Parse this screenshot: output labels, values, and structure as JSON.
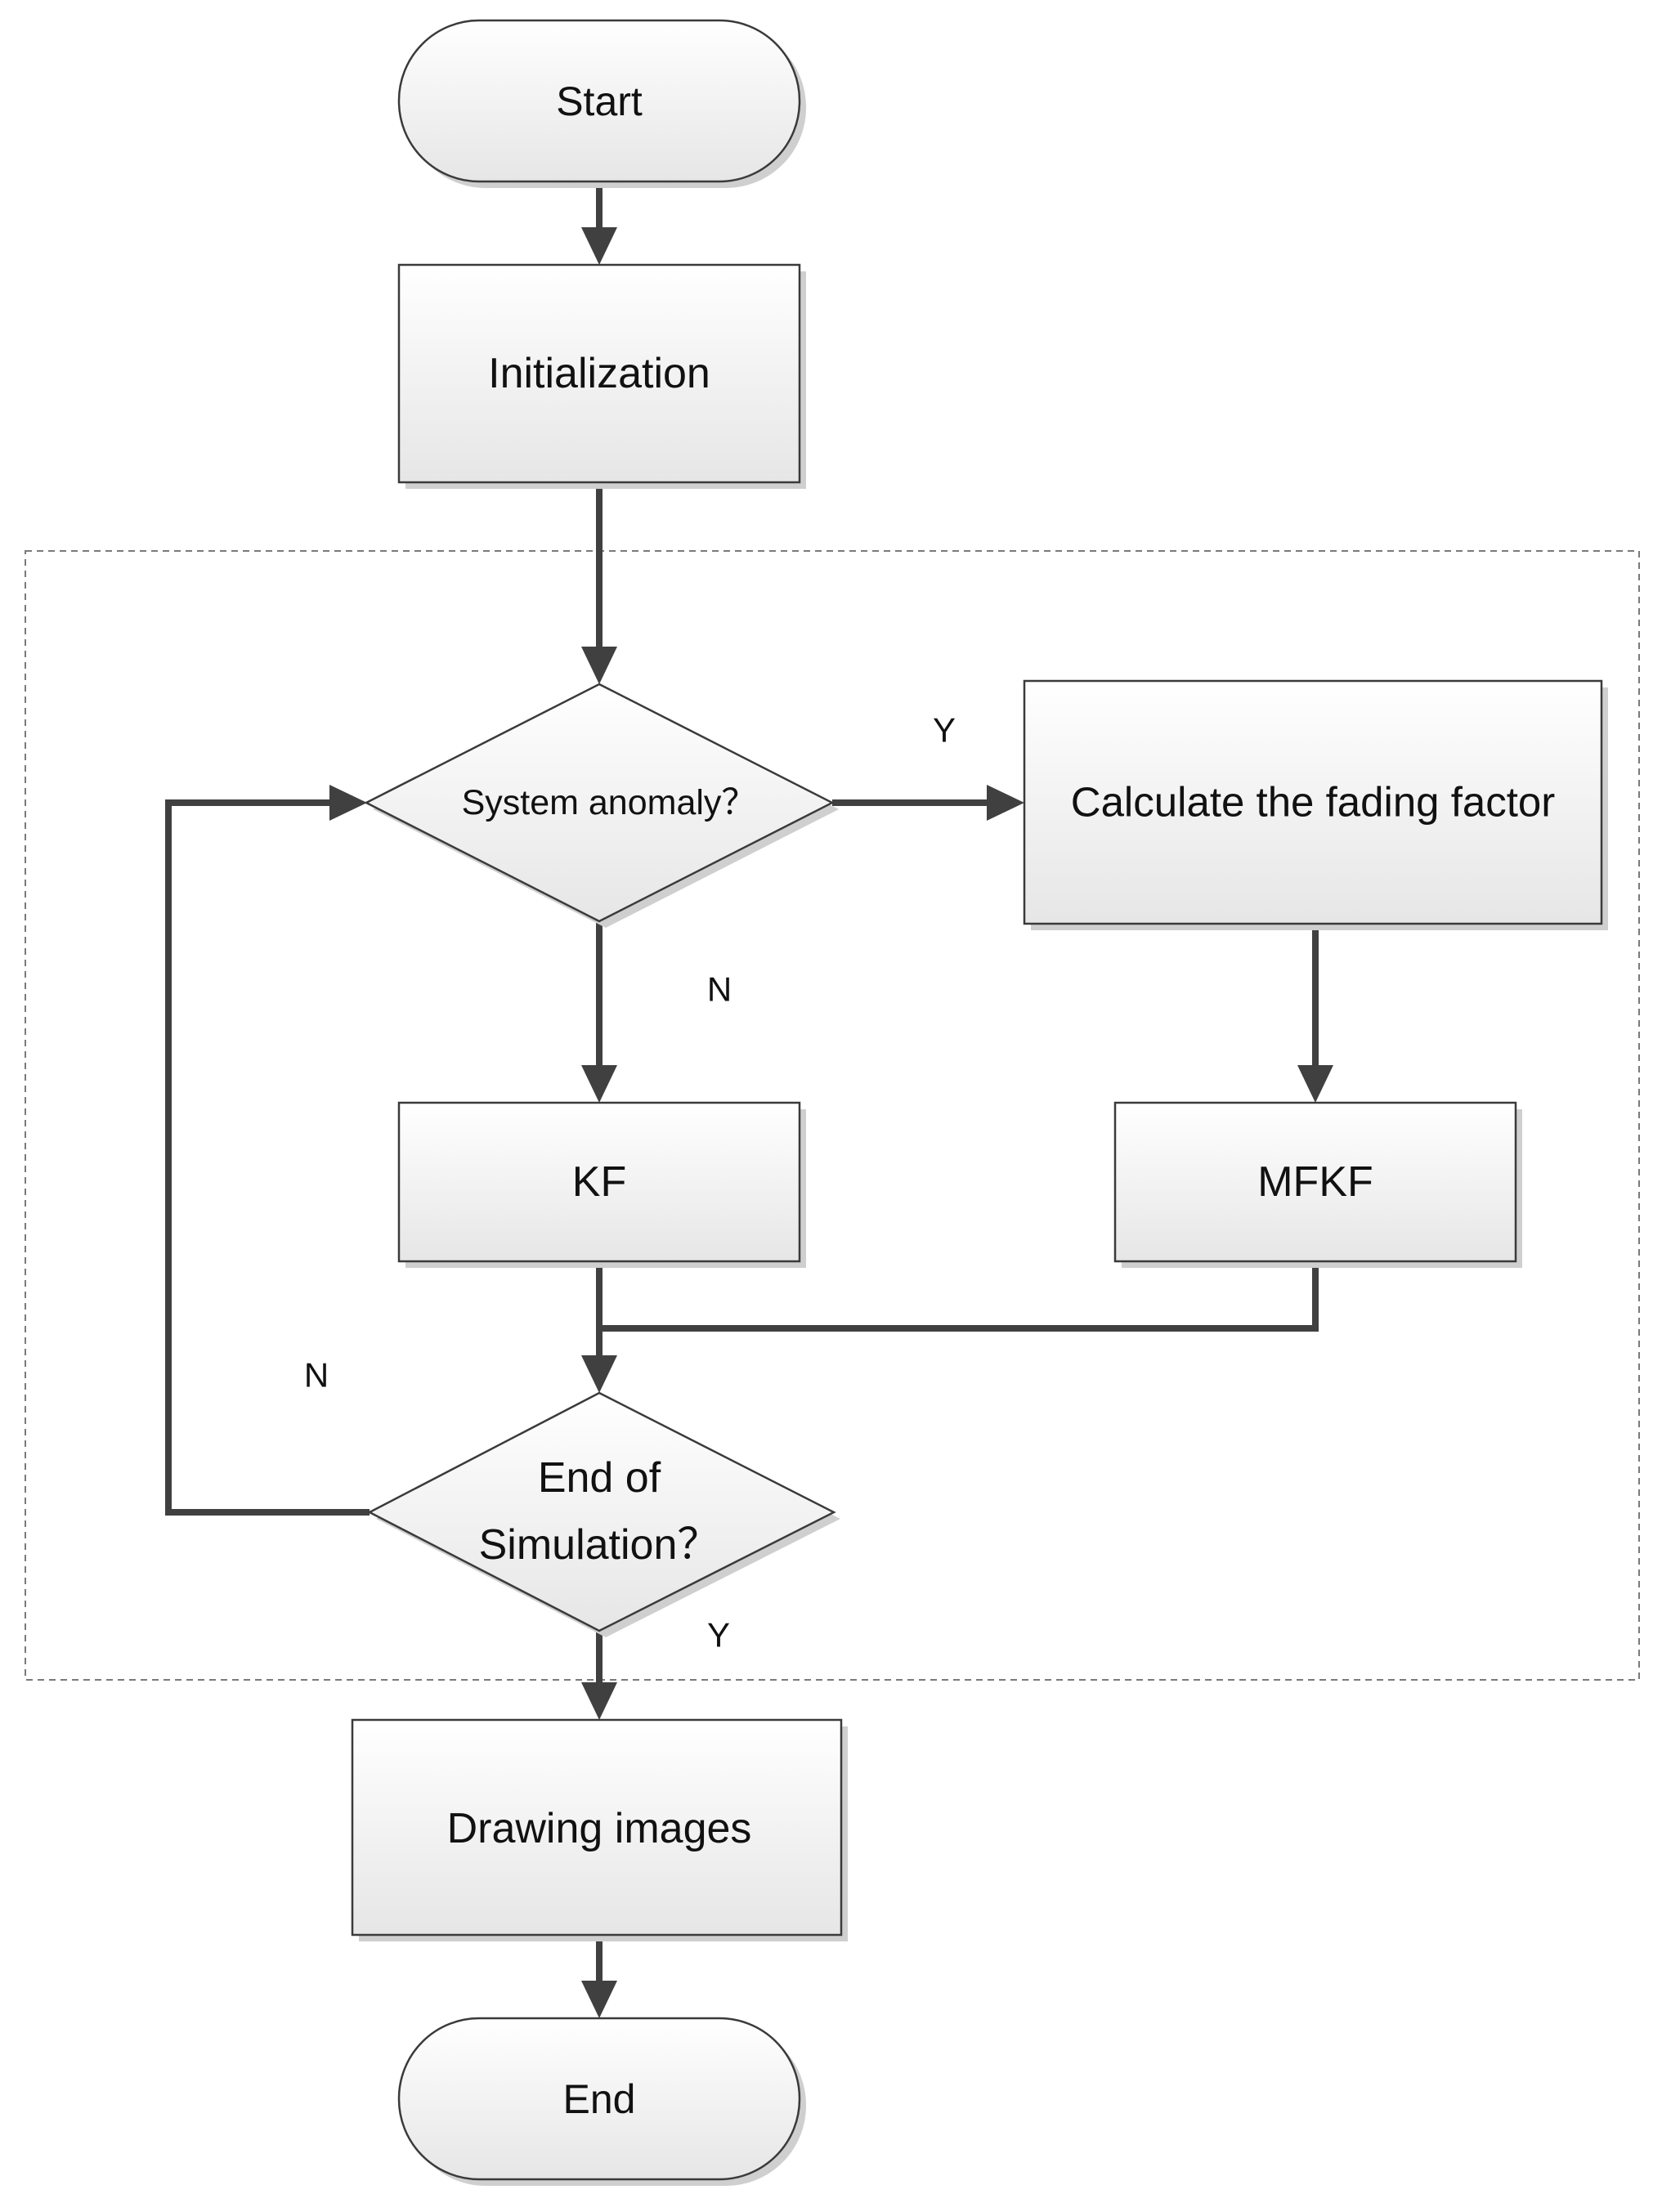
{
  "nodes": {
    "start": "Start",
    "initialization": "Initialization",
    "system_anomaly": "System anomaly？",
    "calculate_fading": "Calculate the fading factor",
    "kf": "KF",
    "mfkf": "MFKF",
    "end_of_simulation_line1": "End of",
    "end_of_simulation_line2": "Simulation？",
    "drawing_images": "Drawing images",
    "end": "End"
  },
  "edge_labels": {
    "anomaly_yes": "Y",
    "anomaly_no": "N",
    "simulation_no": "N",
    "simulation_yes": "Y"
  },
  "colors": {
    "shape_fill_top": "#ffffff",
    "shape_fill_bottom": "#e6e6e6",
    "shape_stroke": "#3a3a3a",
    "arrow": "#404040",
    "group_frame": "#7a7a7a",
    "text": "#111111"
  }
}
